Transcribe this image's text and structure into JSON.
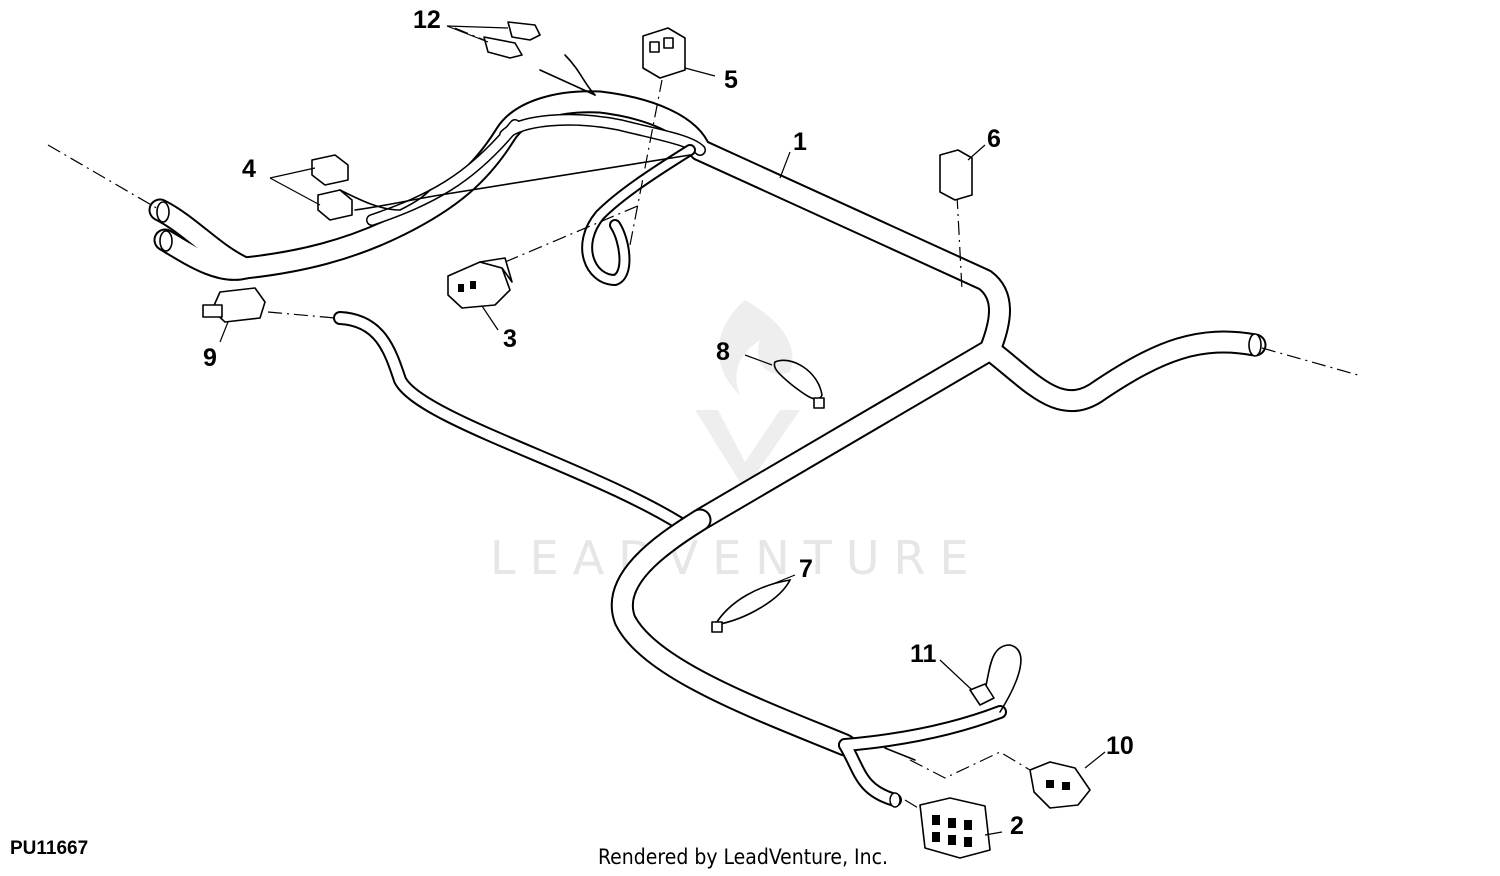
{
  "figure_id": "PU11667",
  "credit": "Rendered by LeadVenture, Inc.",
  "watermark": "LEADVENTURE",
  "callouts": {
    "c1": "1",
    "c2": "2",
    "c3": "3",
    "c4": "4",
    "c5": "5",
    "c6": "6",
    "c7": "7",
    "c8": "8",
    "c9": "9",
    "c10": "10",
    "c11": "11",
    "c12": "12"
  }
}
